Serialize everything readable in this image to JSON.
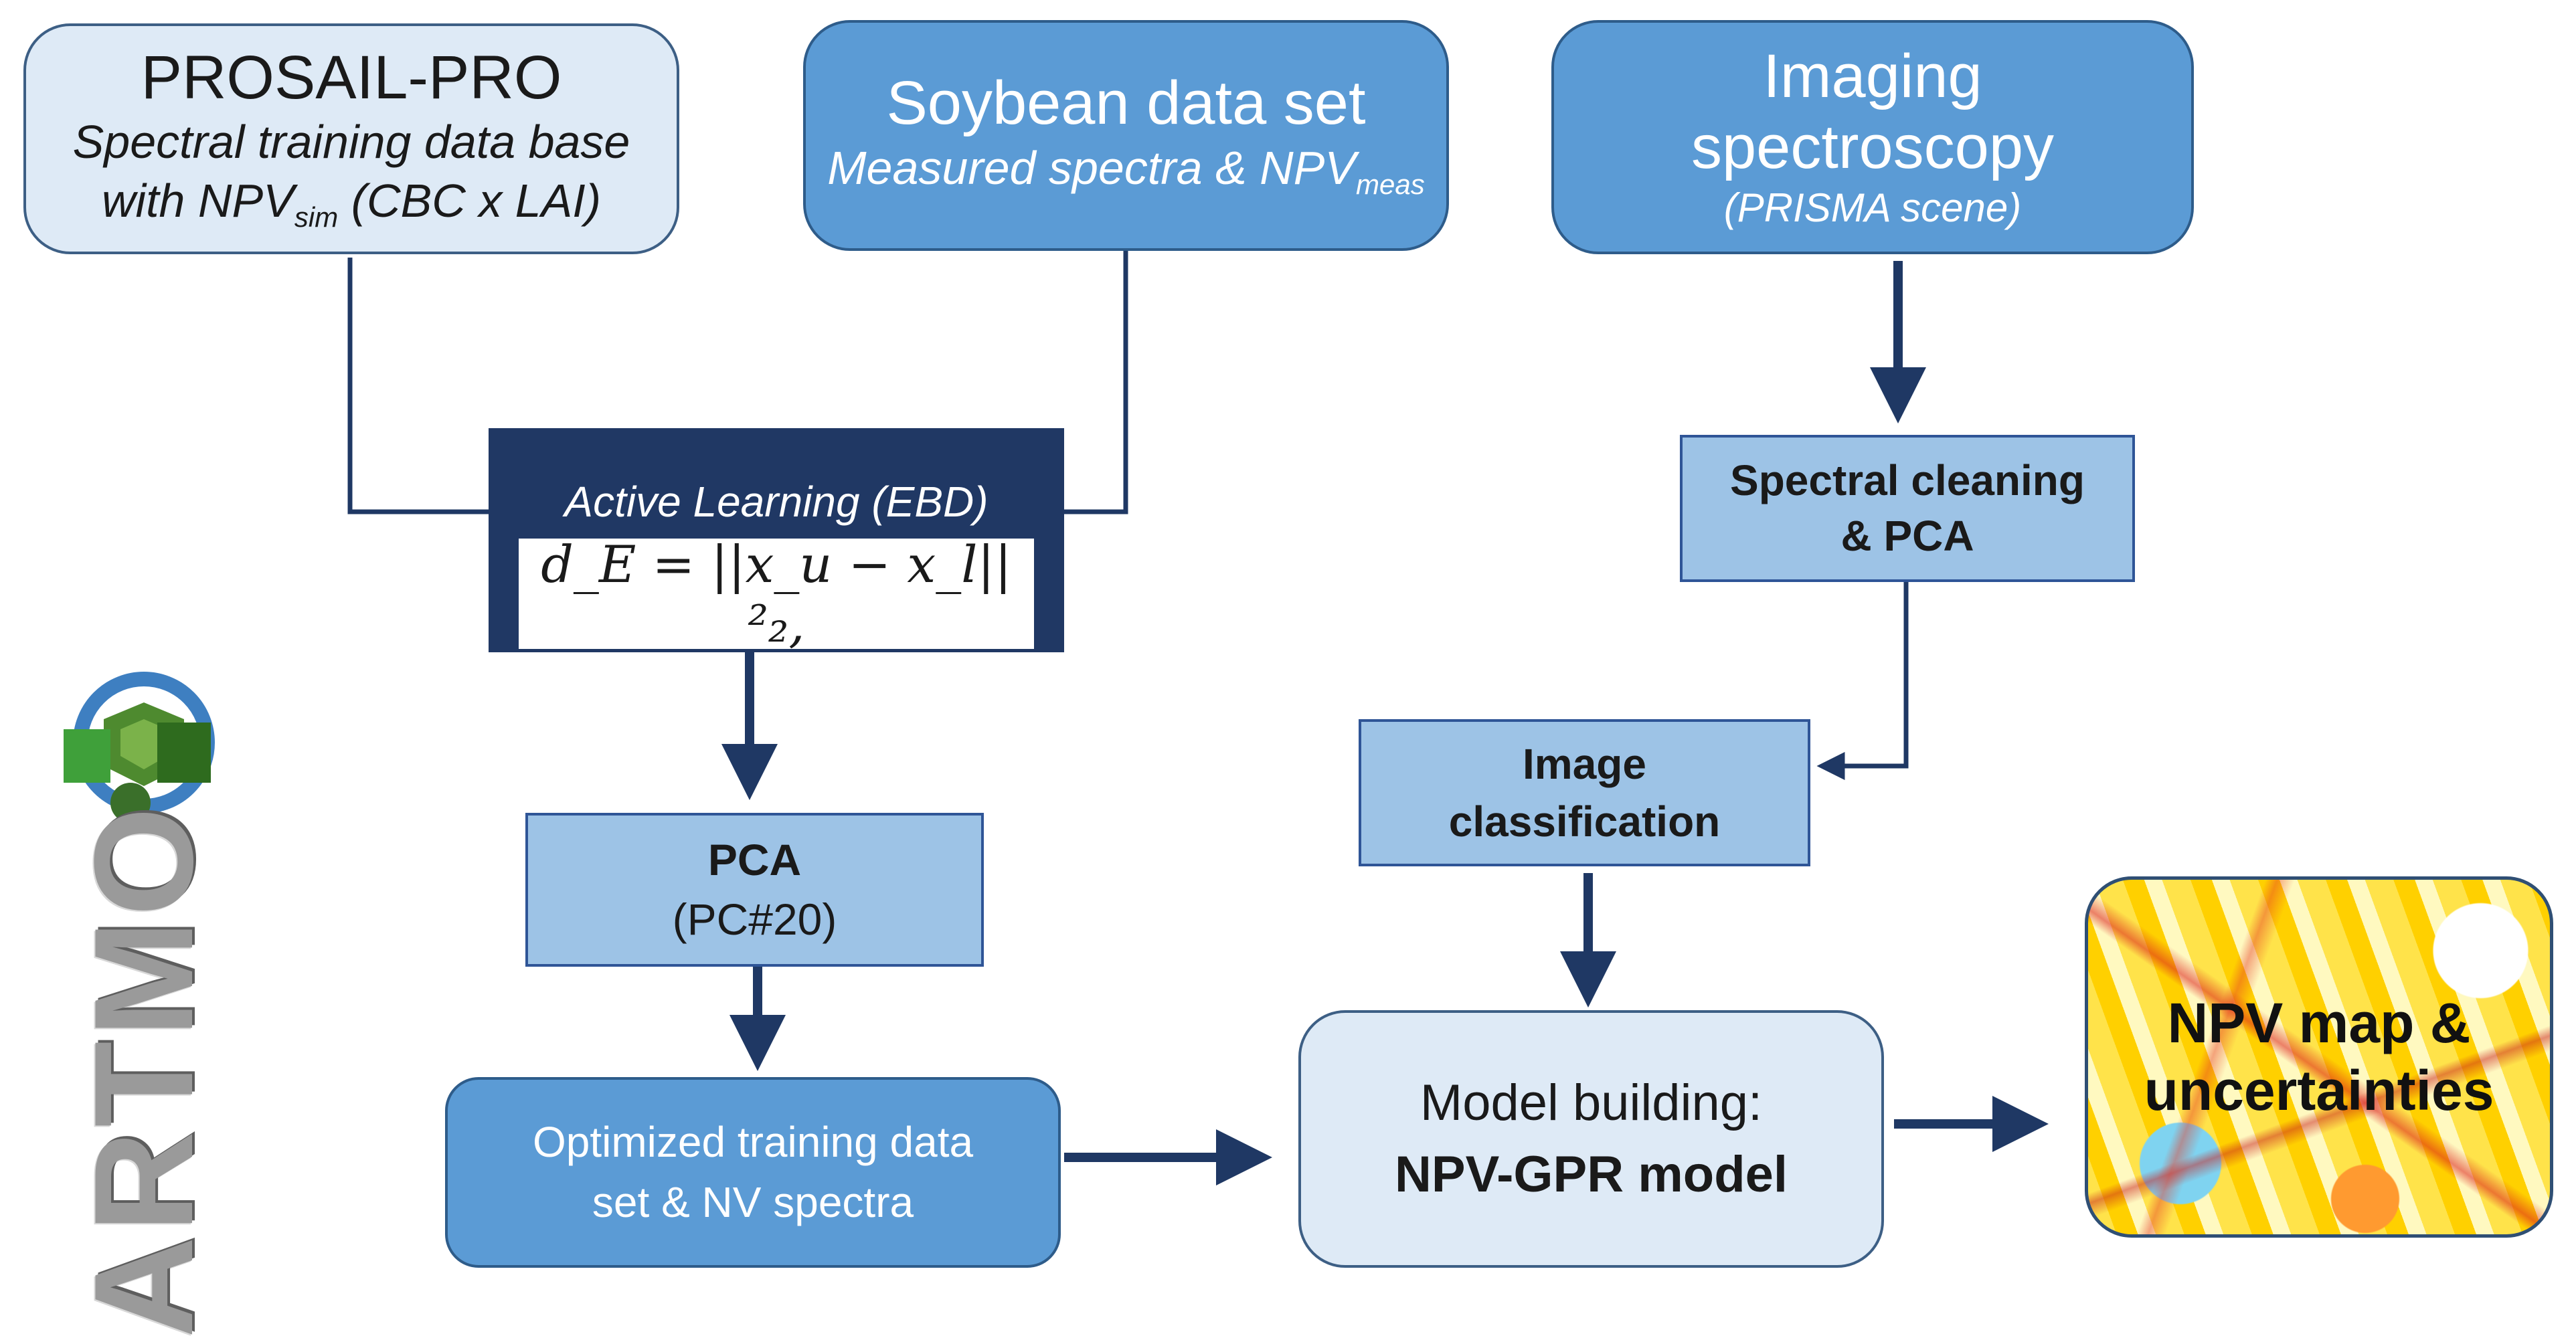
{
  "boxes": {
    "prosail": {
      "title": "PROSAIL-PRO",
      "line1": "Spectral training data base",
      "line2_pre": "with NPV",
      "line2_sub": "sim",
      "line2_post": " (CBC x LAI)"
    },
    "soybean": {
      "title": "Soybean data set",
      "sub_pre": "Measured spectra & NPV",
      "sub_sub": "meas"
    },
    "imaging": {
      "title1": "Imaging",
      "title2": "spectroscopy",
      "sub": "(PRISMA scene)"
    },
    "active_learning": {
      "title": "Active Learning (EBD)",
      "formula": "d_E = ||x_u − x_l||²₂,"
    },
    "spectral_cleaning": {
      "line1": "Spectral cleaning",
      "line2": "& PCA"
    },
    "image_classification": {
      "line1": "Image",
      "line2": "classification"
    },
    "pca": {
      "title": "PCA",
      "sub": "(PC#20)"
    },
    "optimized": {
      "line1": "Optimized training data",
      "line2": "set & NV spectra"
    },
    "model": {
      "line1": "Model building:",
      "line2": "NPV-GPR model"
    },
    "npv_map": {
      "line1": "NPV map &",
      "line2": "uncertainties"
    }
  },
  "logo": {
    "text": "ARTMO"
  },
  "colors": {
    "arrow": "#1f3864",
    "light_fill": "#deeaf6",
    "mid_fill": "#5b9bd5",
    "pale_fill": "#9dc3e6",
    "dark_fill": "#203864"
  }
}
